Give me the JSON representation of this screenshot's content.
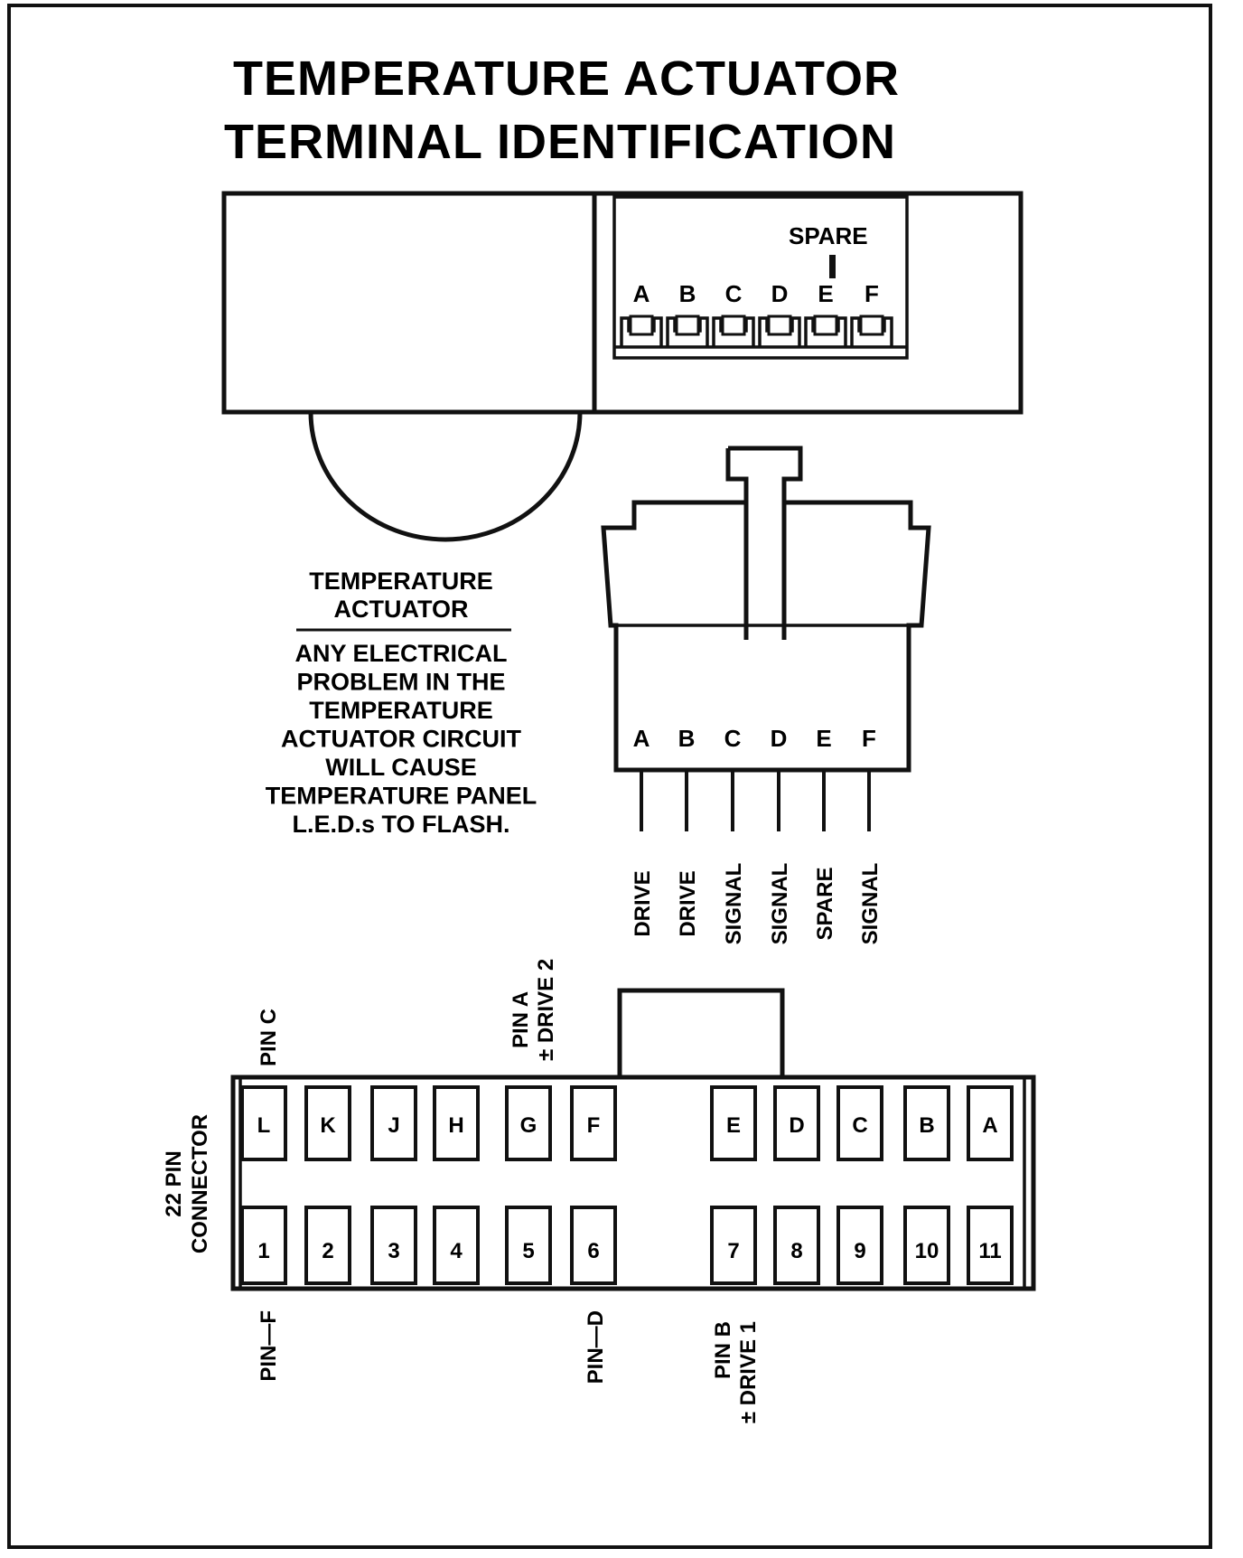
{
  "title": {
    "line1": "TEMPERATURE ACTUATOR",
    "line2": "TERMINAL IDENTIFICATION"
  },
  "actuator_top": {
    "spare_label": "SPARE",
    "pins": [
      "A",
      "B",
      "C",
      "D",
      "E",
      "F"
    ]
  },
  "plug": {
    "pins": [
      "A",
      "B",
      "C",
      "D",
      "E",
      "F"
    ],
    "wires": [
      "DRIVE",
      "DRIVE",
      "SIGNAL",
      "SIGNAL",
      "SPARE",
      "SIGNAL"
    ]
  },
  "note": {
    "heading1": "TEMPERATURE",
    "heading2": "ACTUATOR",
    "lines": [
      "ANY ELECTRICAL",
      "PROBLEM IN THE",
      "TEMPERATURE",
      "ACTUATOR CIRCUIT",
      "WILL CAUSE",
      "TEMPERATURE PANEL",
      "L.E.D.s TO FLASH."
    ]
  },
  "connector": {
    "name_line1": "22 PIN",
    "name_line2": "CONNECTOR",
    "top_row": [
      "L",
      "K",
      "J",
      "H",
      "G",
      "F",
      "E",
      "D",
      "C",
      "B",
      "A"
    ],
    "bottom_row": [
      "1",
      "2",
      "3",
      "4",
      "5",
      "6",
      "7",
      "8",
      "9",
      "10",
      "11"
    ],
    "labels": {
      "pin_c": "PIN C",
      "pin_a_line1": "PIN A",
      "pin_a_line2": "± DRIVE 2",
      "pin_f": "PIN—F",
      "pin_d": "PIN—D",
      "pin_b_line1": "PIN B",
      "pin_b_line2": "± DRIVE 1"
    }
  }
}
